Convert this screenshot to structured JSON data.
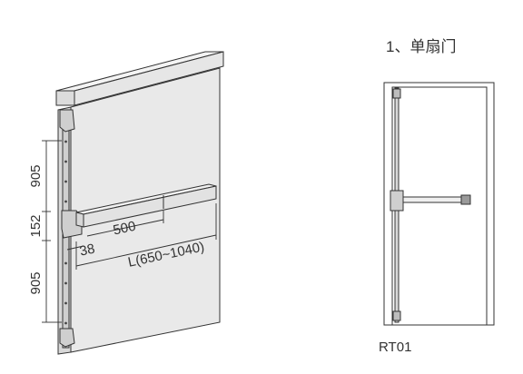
{
  "section_title": "1、单扇门",
  "model_code": "RT01",
  "dimensions": {
    "upper_rod": "905",
    "lock_offset": "152",
    "lower_rod": "905",
    "handle_length": "500",
    "side_offset": "38",
    "bar_length": "L(650~1040)"
  },
  "colors": {
    "line": "#333333",
    "face_light": "#ececec",
    "face_mid": "#dcdcdc",
    "face_dark": "#bdbdbd"
  }
}
